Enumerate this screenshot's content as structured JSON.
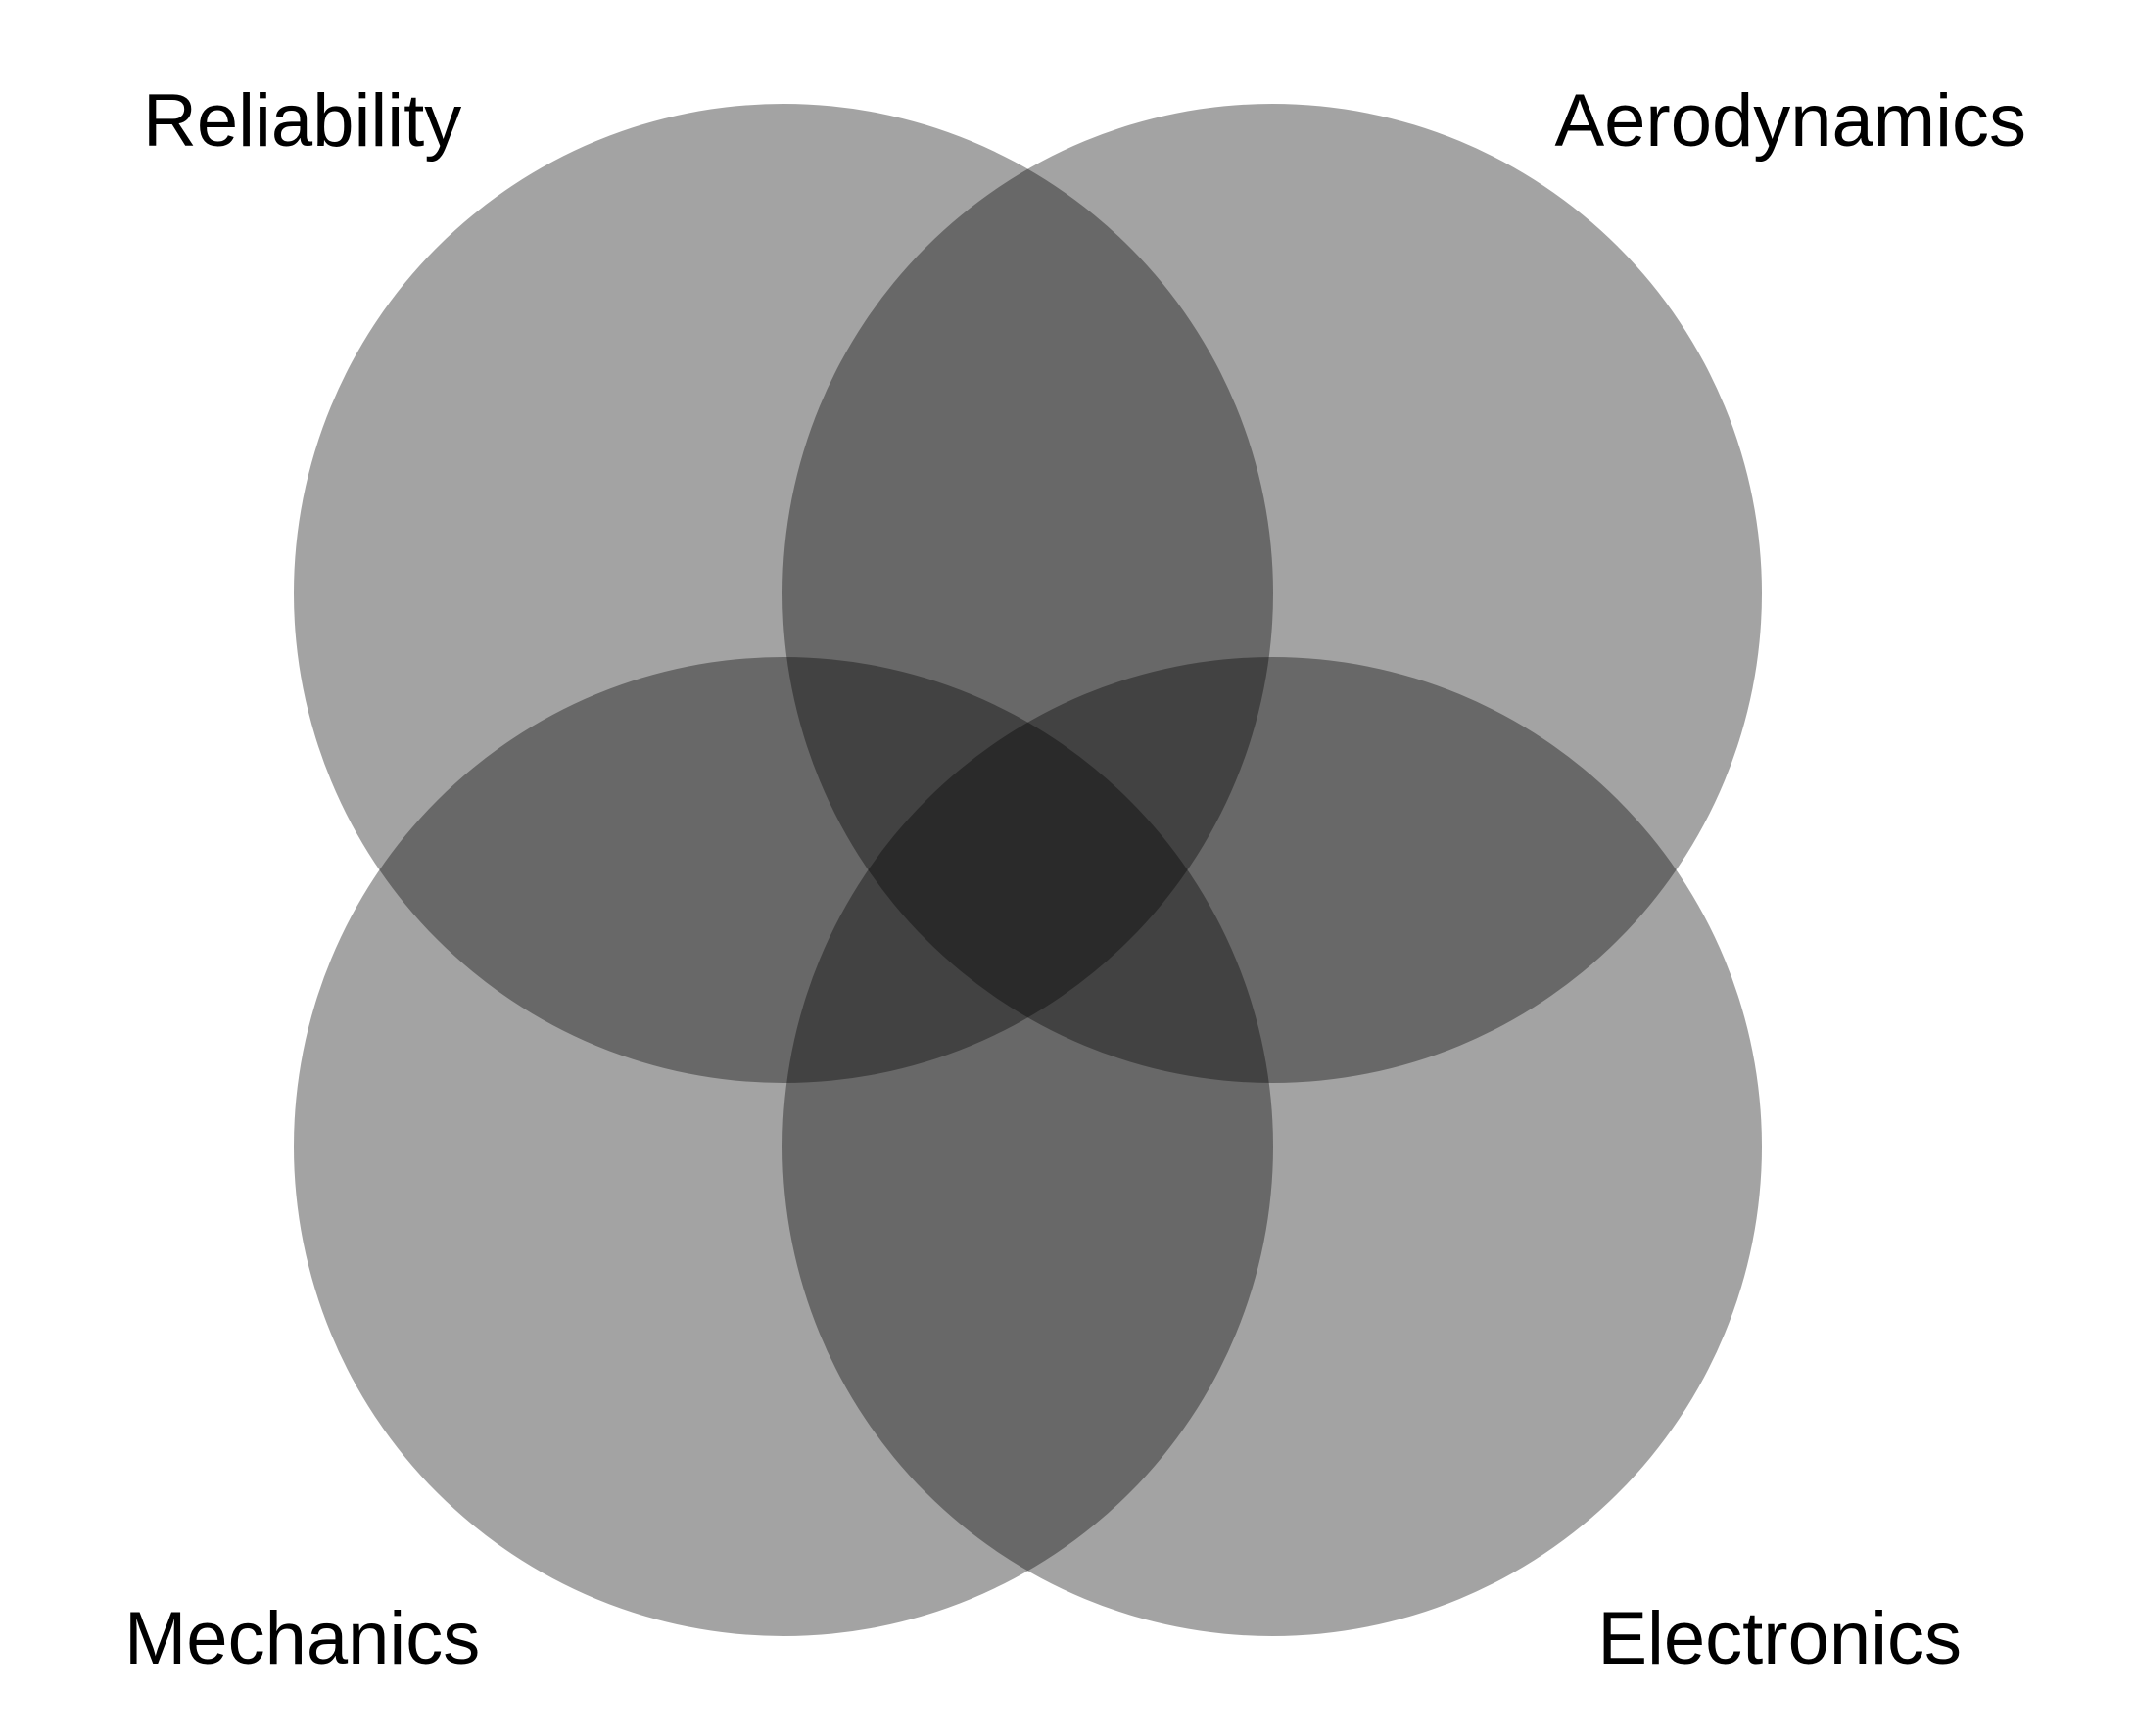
{
  "diagram": {
    "type": "venn",
    "set_count": 4,
    "fill_color": "#000000",
    "fill_opacity": 0.36,
    "background": "#ffffff",
    "sets": [
      {
        "label": "Reliability"
      },
      {
        "label": "Aerodynamics"
      },
      {
        "label": "Mechanics"
      },
      {
        "label": "Electronics"
      }
    ]
  }
}
